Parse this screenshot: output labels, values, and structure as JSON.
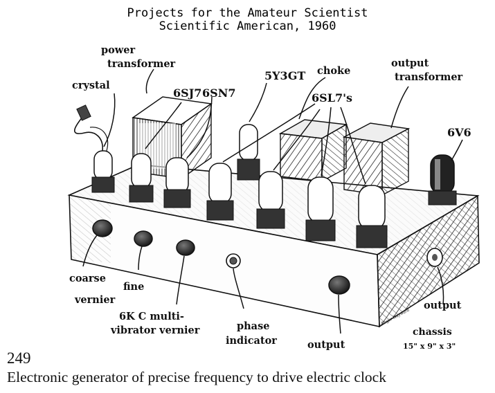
{
  "header": {
    "line1": "Projects for the Amateur Scientist",
    "line2": "Scientific American, 1960"
  },
  "labels": {
    "power_transformer_1": "power",
    "power_transformer_2": "transformer",
    "crystal": "crystal",
    "tube_6sj7": "6SJ7",
    "tube_6sn7": "6SN7",
    "tube_5y3gt": "5Y3GT",
    "choke": "choke",
    "tube_6sl7": "6SL7's",
    "output_transformer_1": "output",
    "output_transformer_2": "transformer",
    "tube_6v6": "6V6",
    "coarse_vernier_1": "coarse",
    "coarse_vernier_2": "vernier",
    "fine_1": "fine",
    "multivibrator_1": "6K C multi-",
    "multivibrator_2": "vibrator vernier",
    "phase_indicator_1": "phase",
    "phase_indicator_2": "indicator",
    "output_knob": "output",
    "output_side": "output",
    "chassis_1": "chassis",
    "chassis_2": "15\" x 9\" x 3\"",
    "signature": "Roger Hayward"
  },
  "caption": {
    "number": "249",
    "text": "Electronic generator of precise frequency to drive electric clock"
  }
}
